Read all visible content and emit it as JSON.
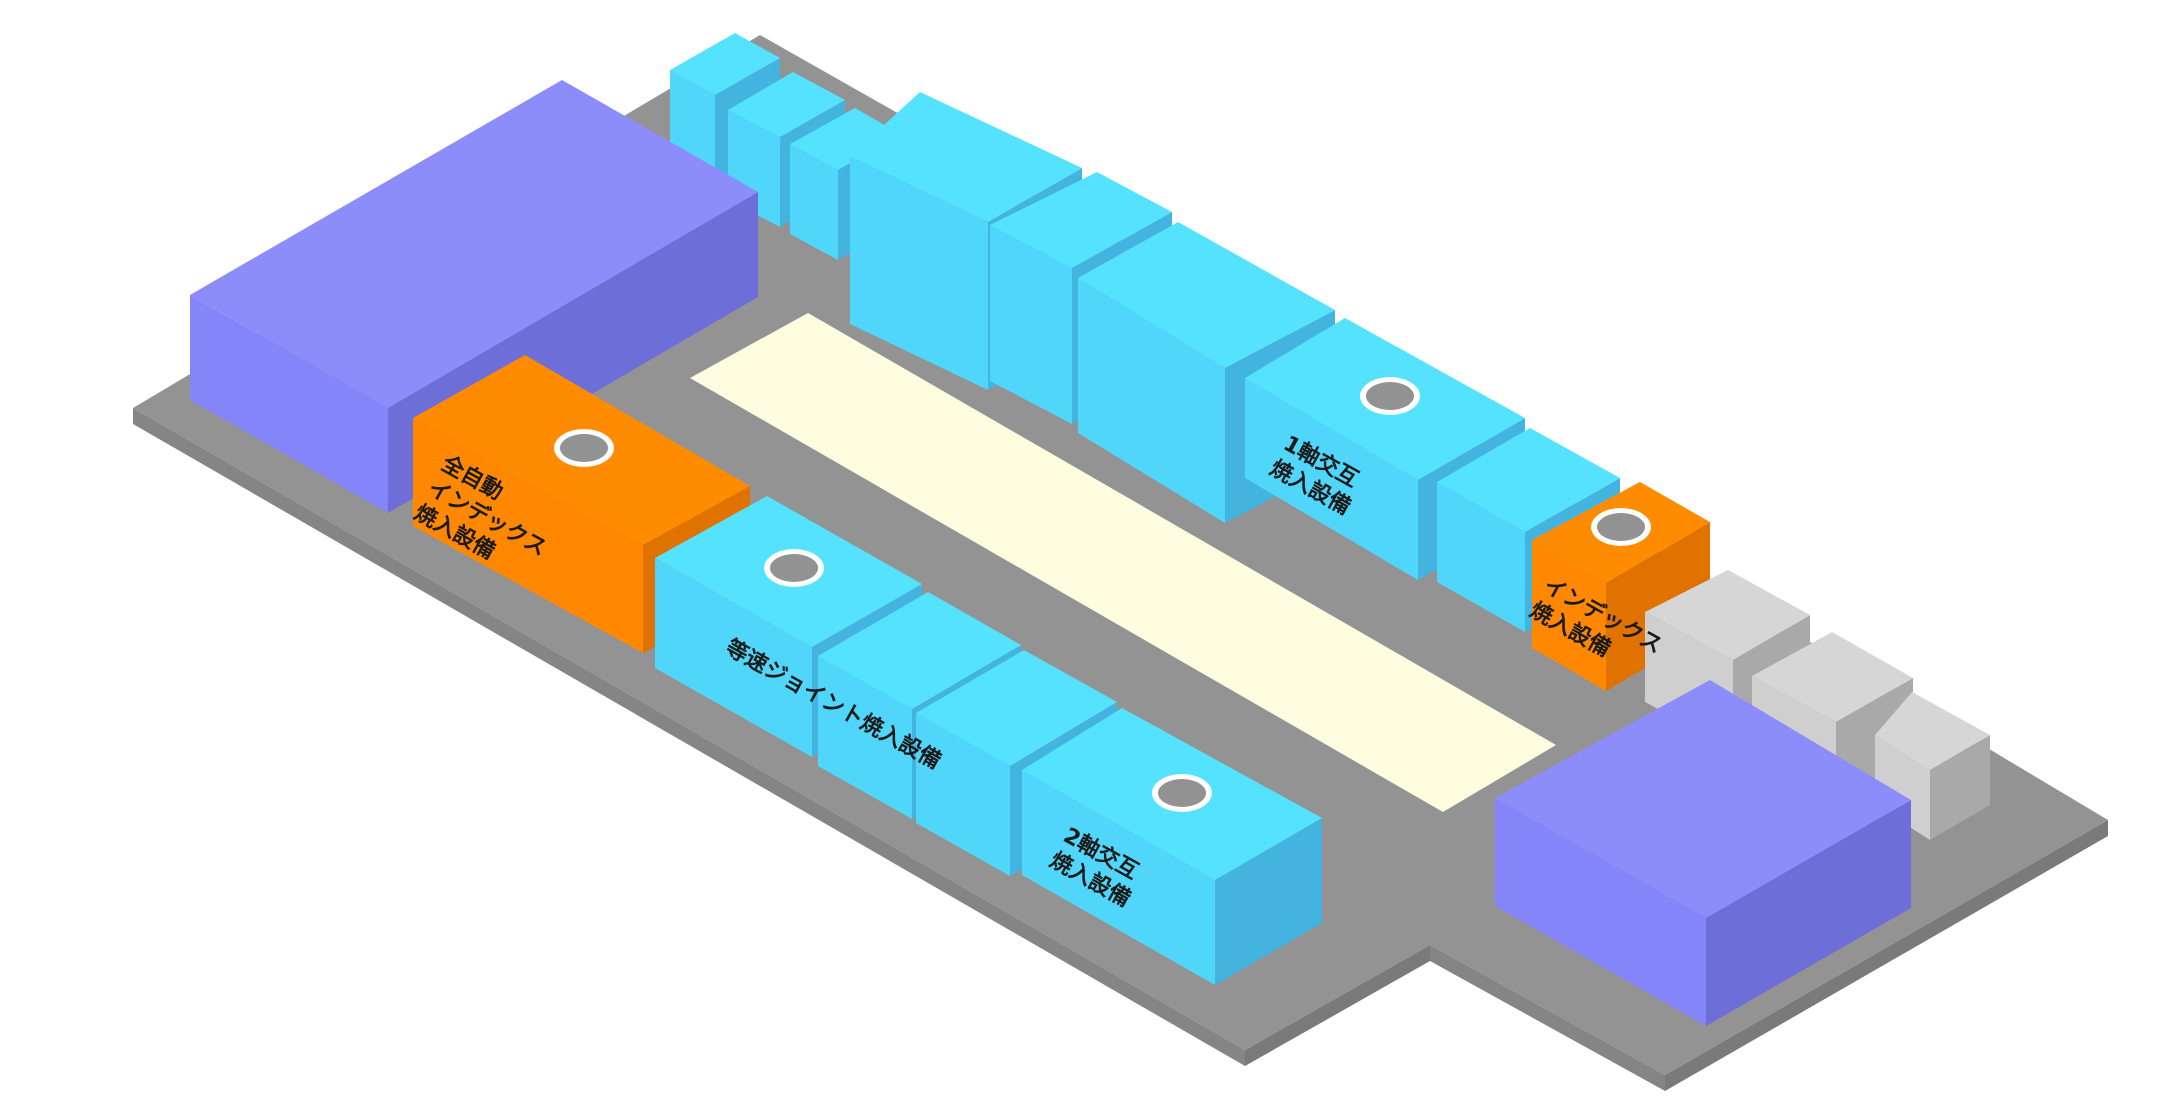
{
  "title": "焼入設備 フロアマップ",
  "colors": {
    "floor_top": "#939393",
    "floor_side": "#7a7a7a",
    "floor_front": "#858585",
    "aisle": "#fffde0",
    "purple_top": "#8c8cfb",
    "purple_left": "#8585fa",
    "purple_right": "#6e6ed9",
    "cyan_top": "#55e2ff",
    "cyan_left": "#50d6fb",
    "cyan_right": "#43b4df",
    "orange_top": "#ff8c00",
    "orange_left": "#ff8800",
    "orange_right": "#e07200",
    "gray_top": "#d6d6d6",
    "gray_left": "#cfcfcf",
    "gray_right": "#a9a9a9",
    "marker_fill": "#929292",
    "marker_ring": "#ffffff"
  },
  "equipment": [
    {
      "id": "auto-index",
      "lines": [
        "全自動",
        "インデックス",
        "焼入設備"
      ],
      "color": "orange",
      "has_marker": true
    },
    {
      "id": "uniaxial-alternating",
      "lines": [
        "1軸交互",
        "焼入設備"
      ],
      "color": "cyan",
      "has_marker": true
    },
    {
      "id": "index",
      "lines": [
        "インデックス",
        "焼入設備"
      ],
      "color": "orange",
      "has_marker": true
    },
    {
      "id": "cv-joint",
      "lines": [
        "等速ジョイント焼入設備"
      ],
      "color": "cyan",
      "has_marker": true
    },
    {
      "id": "biaxial-alternating",
      "lines": [
        "2軸交互",
        "焼入設備"
      ],
      "color": "cyan",
      "has_marker": true
    }
  ]
}
